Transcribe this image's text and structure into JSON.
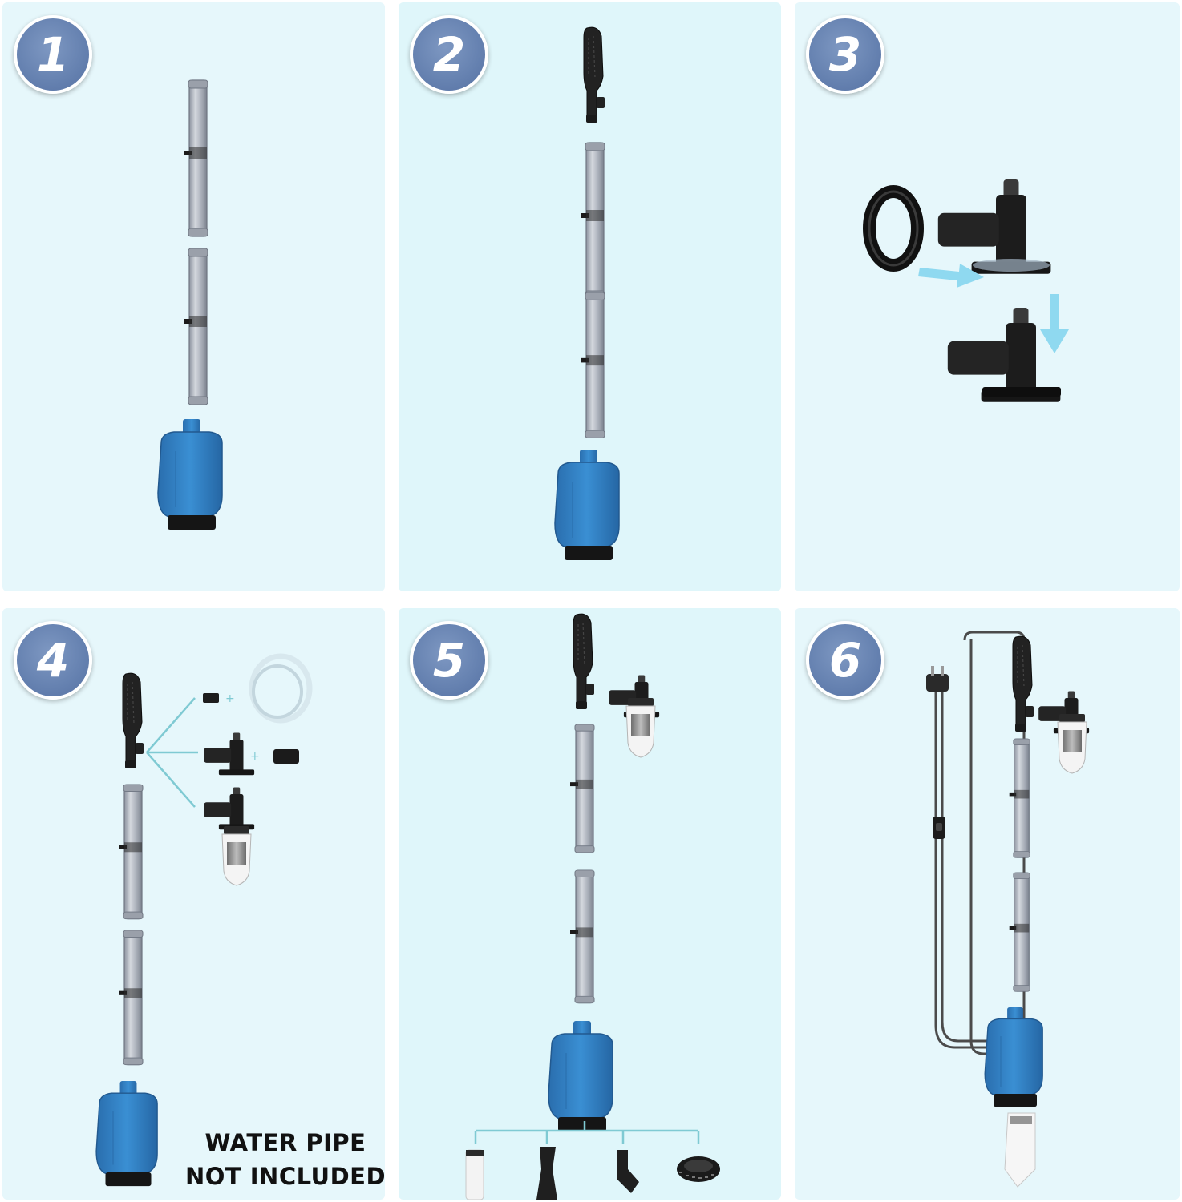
{
  "steps": [
    {
      "number": "1"
    },
    {
      "number": "2"
    },
    {
      "number": "3"
    },
    {
      "number": "4"
    },
    {
      "number": "5"
    },
    {
      "number": "6"
    }
  ],
  "caption": {
    "line1": "WATER PIPE",
    "line2": "NOT INCLUDED"
  },
  "colors": {
    "panel_bg": "#e4f7fb",
    "badge": "#6d88b6",
    "pump_blue": "#2f7fc4",
    "arrow": "#8fd9f0",
    "connector": "#7fcad3",
    "tube": "#b8bdc6"
  }
}
